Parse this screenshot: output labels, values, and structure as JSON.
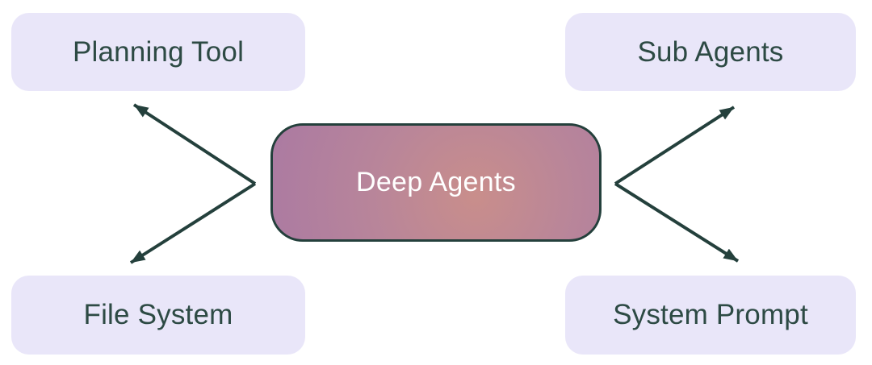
{
  "diagram": {
    "center": {
      "label": "Deep Agents"
    },
    "nodes": [
      {
        "id": "planning-tool",
        "label": "Planning Tool",
        "position": "top-left"
      },
      {
        "id": "sub-agents",
        "label": "Sub Agents",
        "position": "top-right"
      },
      {
        "id": "file-system",
        "label": "File System",
        "position": "bottom-left"
      },
      {
        "id": "system-prompt",
        "label": "System Prompt",
        "position": "bottom-right"
      }
    ],
    "connections": [
      {
        "from": "deep-agents",
        "to": "planning-tool",
        "style": "arrow"
      },
      {
        "from": "deep-agents",
        "to": "file-system",
        "style": "arrow"
      },
      {
        "from": "deep-agents",
        "to": "sub-agents",
        "style": "arrow"
      },
      {
        "from": "deep-agents",
        "to": "system-prompt",
        "style": "arrow"
      }
    ],
    "colors": {
      "page_bg": "#ffffff",
      "node_bg": "#e9e6f9",
      "node_text": "#2d4a44",
      "arrow": "#24403c",
      "center_border": "#24403c",
      "center_text": "#ffffff",
      "center_gradient_warm": "#c98e8b",
      "center_gradient_mid": "#b8859a",
      "center_gradient_edge": "#ab7aa2"
    }
  }
}
